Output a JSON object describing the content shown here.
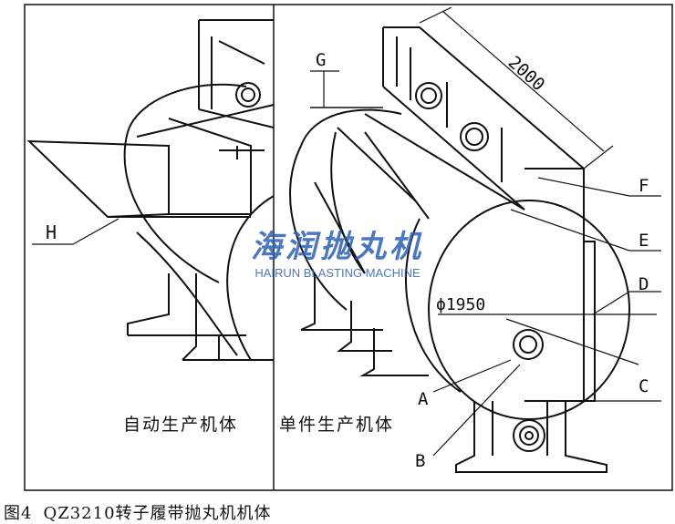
{
  "figure": {
    "caption_number": "图4",
    "caption_text": "QZ3210转子履带抛丸机机体",
    "left_panel_label": "自动生产机体",
    "right_panel_label": "单件生产机体",
    "watermark_cn": "海润抛丸机",
    "watermark_en": "HAIRUN BLASTING MACHINE",
    "dimension_length": "2000",
    "dimension_diameter": "ϕ1950",
    "callouts": [
      "G",
      "F",
      "E",
      "D",
      "H",
      "A",
      "B",
      "C"
    ]
  },
  "colors": {
    "line": "#111111",
    "watermark": "#2b5fb3",
    "background": "#ffffff"
  }
}
